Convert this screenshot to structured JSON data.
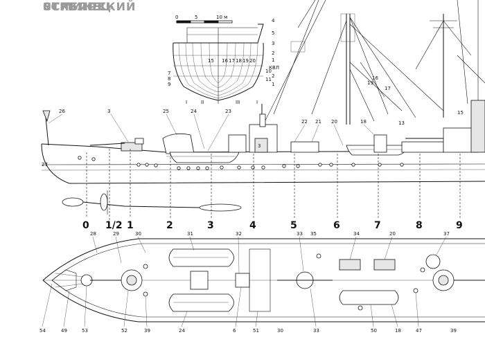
{
  "title": {
    "line1": "ЭСМИНЕЦ",
    "line2": "«СИБИРСКИЙ",
    "line3": "СТРЕЛОК»"
  },
  "scale": {
    "start": "0",
    "mid": "5",
    "end": "10 м"
  },
  "stations": [
    "0",
    "1/2",
    "1",
    "2",
    "3",
    "4",
    "5",
    "6",
    "7",
    "8",
    "9"
  ],
  "body_plan_labels": [
    "4",
    "5",
    "3",
    "2",
    "1",
    "КВЛ",
    "I",
    "II",
    "III",
    "I",
    "2",
    "1",
    "7",
    "8",
    "9",
    "10",
    "11",
    "15",
    "16",
    "17",
    "18",
    "19",
    "20"
  ],
  "side_labels": [
    "16",
    "19",
    "17",
    "13",
    "15",
    "26",
    "3",
    "25",
    "24",
    "23",
    "22",
    "21",
    "20",
    "18",
    "27"
  ],
  "plan_labels": [
    "28",
    "29",
    "30",
    "31",
    "32",
    "33",
    "35",
    "34",
    "20",
    "37",
    "54",
    "49",
    "53",
    "52",
    "39",
    "24",
    "6",
    "51",
    "30",
    "33",
    "50",
    "18",
    "47",
    "39"
  ]
}
